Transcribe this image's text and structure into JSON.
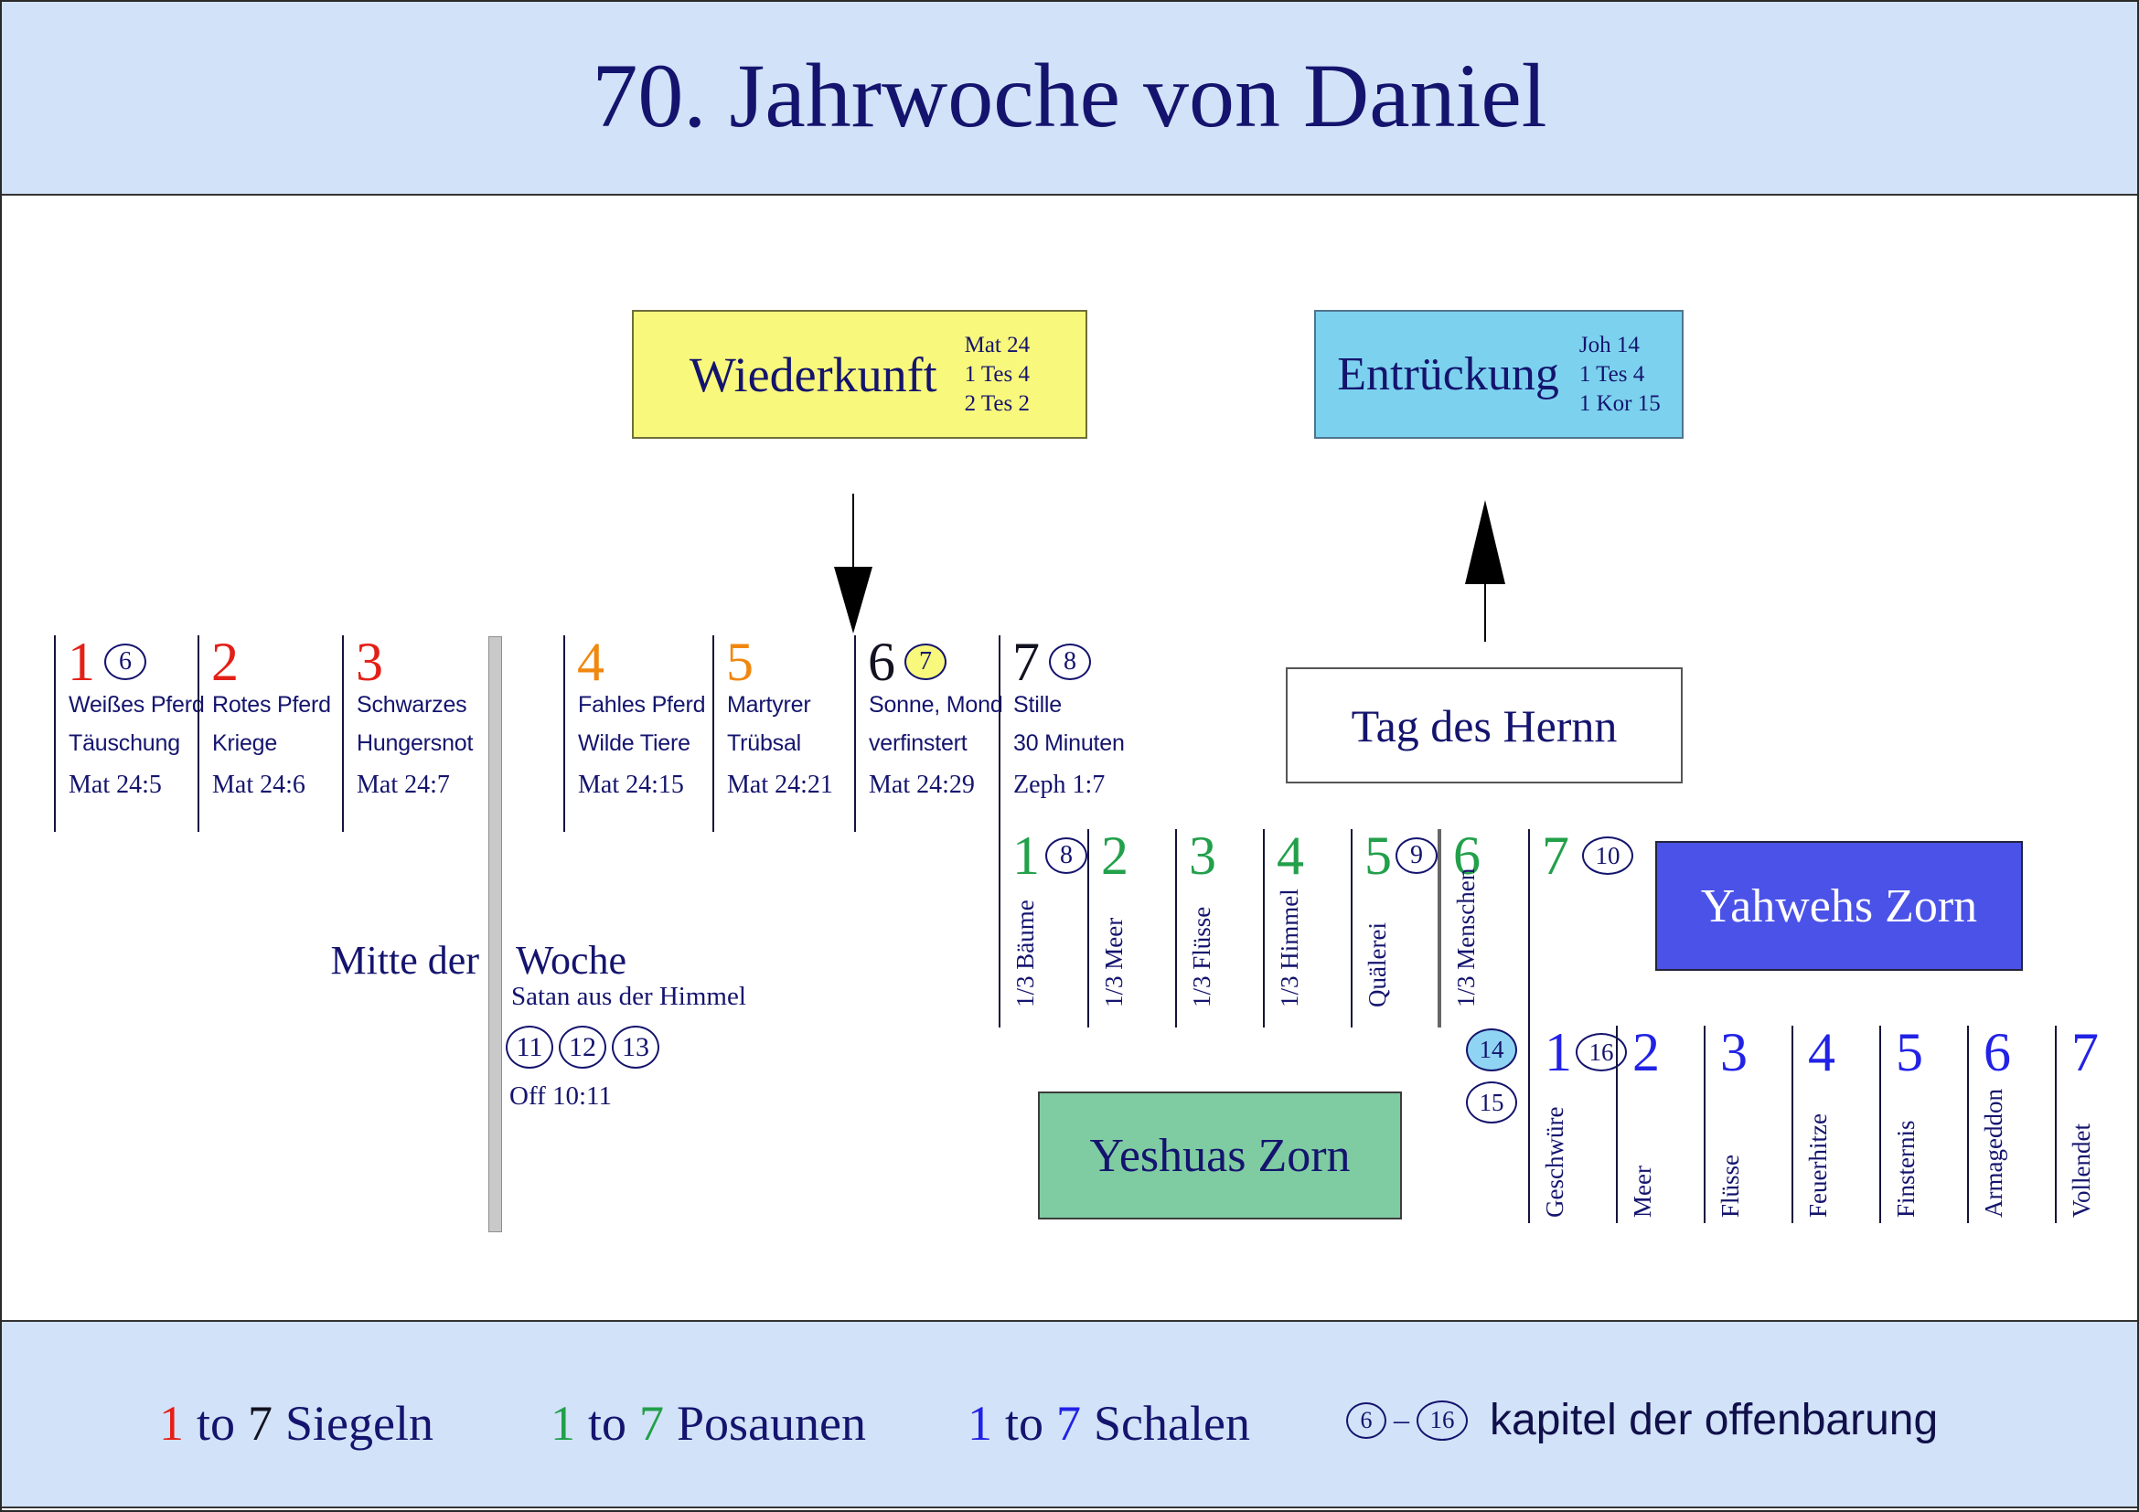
{
  "title": "70. Jahrwoche von Daniel",
  "boxes": {
    "wiederkunft": {
      "label": "Wiederkunft",
      "refs": [
        "Mat 24",
        "1 Tes 4",
        "2 Tes 2"
      ]
    },
    "entrueckung": {
      "label": "Entrückung",
      "refs": [
        "Joh 14",
        "1 Tes 4",
        "1 Kor 15"
      ]
    },
    "tag_des_hernn": {
      "label": "Tag des Hernn"
    },
    "yahwehs_zorn": {
      "label": "Yahwehs Zorn"
    },
    "yeshuas_zorn": {
      "label": "Yeshuas Zorn"
    }
  },
  "seals": [
    {
      "num": "1",
      "chapter": "6",
      "lines": [
        "Weißes Pferd",
        "Täuschung"
      ],
      "ref": "Mat 24:5"
    },
    {
      "num": "2",
      "lines": [
        "Rotes Pferd",
        "Kriege"
      ],
      "ref": "Mat 24:6"
    },
    {
      "num": "3",
      "lines": [
        "Schwarzes",
        "Hungersnot"
      ],
      "ref": "Mat 24:7"
    },
    {
      "num": "4",
      "lines": [
        "Fahles Pferd",
        "Wilde Tiere"
      ],
      "ref": "Mat 24:15"
    },
    {
      "num": "5",
      "lines": [
        "Martyrer",
        "Trübsal"
      ],
      "ref": "Mat 24:21"
    },
    {
      "num": "6",
      "chapter": "7",
      "lines": [
        "Sonne, Mond",
        "verfinstert"
      ],
      "ref": "Mat 24:29"
    },
    {
      "num": "7",
      "chapter": "8",
      "lines": [
        "Stille",
        "30 Minuten"
      ],
      "ref": "Zeph 1:7"
    }
  ],
  "midweek": {
    "left_label": "Mitte der",
    "right_label": "Woche",
    "note": "Satan aus der Himmel",
    "chapters": [
      "11",
      "12",
      "13"
    ],
    "ref": "Off 10:11"
  },
  "trumpets": [
    {
      "num": "1",
      "chapter": "8",
      "label": "1/3 Bäume"
    },
    {
      "num": "2",
      "label": "1/3 Meer"
    },
    {
      "num": "3",
      "label": "1/3 Flüsse"
    },
    {
      "num": "4",
      "label": "1/3 Himmel"
    },
    {
      "num": "5",
      "chapter": "9",
      "label": "Quälerei"
    },
    {
      "num": "6",
      "label": "1/3 Menschen"
    },
    {
      "num": "7",
      "chapter": "10",
      "label": ""
    }
  ],
  "between_chapters": {
    "ch14": "14",
    "ch15": "15"
  },
  "bowls": [
    {
      "num": "1",
      "chapter": "16",
      "label": "Geschwüre"
    },
    {
      "num": "2",
      "label": "Meer"
    },
    {
      "num": "3",
      "label": "Flüsse"
    },
    {
      "num": "4",
      "label": "Feuerhitze"
    },
    {
      "num": "5",
      "label": "Finsternis"
    },
    {
      "num": "6",
      "label": "Armageddon"
    },
    {
      "num": "7",
      "label": "Vollendet"
    }
  ],
  "legend": {
    "siegeln": {
      "from": "1",
      "to_word": "to",
      "to_num": "7",
      "label": "Siegeln"
    },
    "posaunen": {
      "from": "1",
      "to_word": "to",
      "to_num": "7",
      "label": "Posaunen"
    },
    "schalen": {
      "from": "1",
      "to_word": "to",
      "to_num": "7",
      "label": "Schalen"
    },
    "kapitel": {
      "from": "6",
      "dash": "–",
      "to": "16",
      "label": "kapitel der offenbarung"
    }
  },
  "colors": {
    "band": "#d2e2f8",
    "navy_text": "#14146e",
    "seal_red": "#e32017",
    "seal_orange": "#f0870f",
    "seal_dark": "#121220",
    "trumpet_green": "#22a04a",
    "bowl_blue": "#2222e6",
    "wiederkunft_yellow": "#f8f87c",
    "entrueckung_cyan": "#7cd2ee",
    "yahweh_blue": "#4a52e8",
    "yeshua_green": "#7fcba2",
    "chapter7_fill": "#f8f87c",
    "chapter14_fill": "#8fd4f2",
    "gray_bar": "#c9c9c9"
  }
}
